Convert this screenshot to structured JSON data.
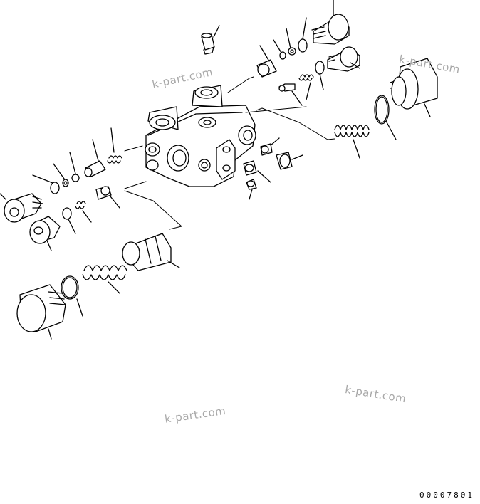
{
  "watermarks": [
    "k-part.com",
    "k-part.com",
    "k-part.com",
    "k-part.com"
  ],
  "drawing_code": "00007801"
}
